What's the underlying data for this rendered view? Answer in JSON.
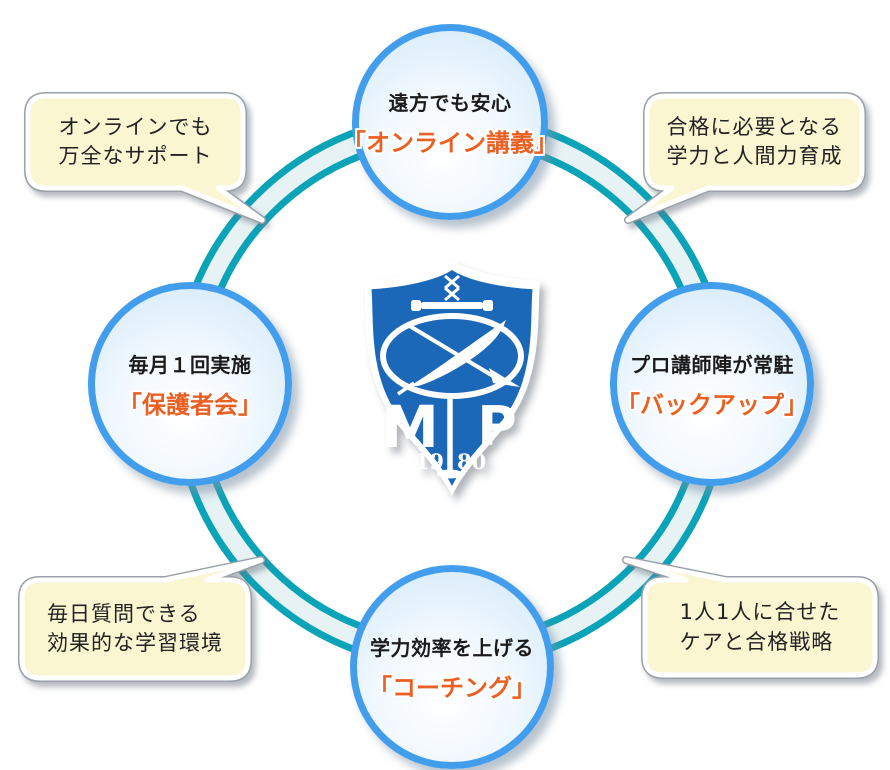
{
  "colors": {
    "ring_teal": "#0aa3b8",
    "ring_light": "#e6f2f3",
    "circle_border": "#429eec",
    "accent_orange": "#ea5f22",
    "bubble_fill": "#faf6d2",
    "bubble_edge": "#9aa1a8",
    "shield_blue": "#1b67b8",
    "text_dark": "#222222"
  },
  "nodes": {
    "top": {
      "caption": "遠方でも安心",
      "keyword": "「オンライン講義」"
    },
    "left": {
      "caption": "毎月１回実施",
      "keyword": "「保護者会」"
    },
    "right": {
      "caption": "プロ講師陣が常駐",
      "keyword": "「バックアップ」"
    },
    "bottom": {
      "caption": "学力効率を上げる",
      "keyword": "「コーチング」"
    }
  },
  "bubbles": {
    "top_left": {
      "line1": "オンラインでも",
      "line2": "万全なサポート"
    },
    "top_right": {
      "line1": "合格に必要となる",
      "line2": "学力と人間力育成"
    },
    "bottom_left": {
      "line1": "毎日質問できる",
      "line2": "効果的な学習環境"
    },
    "bottom_right": {
      "line1": "1人1人に合せた",
      "line2": "ケアと合格戦略"
    }
  },
  "logo": {
    "letter_m": "M",
    "letter_p": "P",
    "year_left": "19",
    "year_right": "80"
  }
}
